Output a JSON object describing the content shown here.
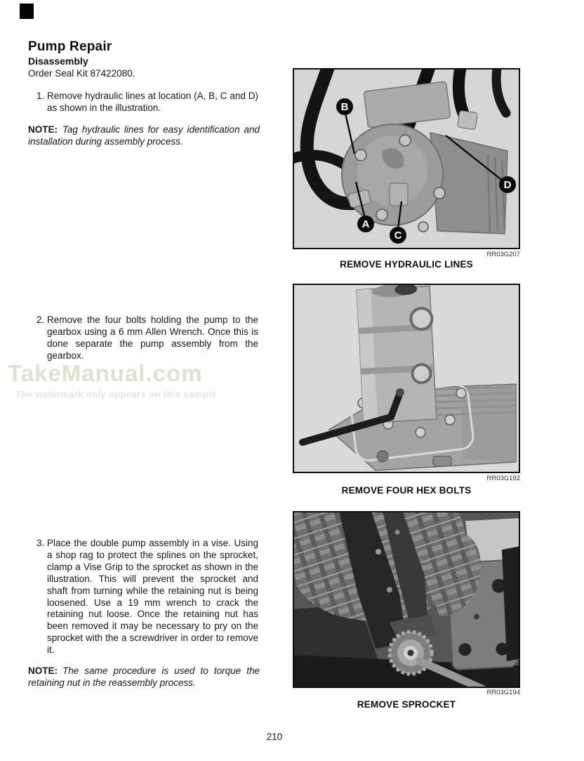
{
  "page": {
    "title": "Pump Repair",
    "subtitle": "Disassembly",
    "order_line": "Order Seal Kit 87422080.",
    "page_number": "210"
  },
  "steps": [
    {
      "number": "1.",
      "text": "Remove hydraulic lines at location (A, B, C and D) as shown in the illustration."
    },
    {
      "number": "2.",
      "text": "Remove the four bolts holding the pump to the gearbox using a 6 mm Allen Wrench. Once this is done separate the pump assembly from the gearbox."
    },
    {
      "number": "3.",
      "text": "Place the double pump assembly in a vise. Using a shop rag to protect the splines on the sprocket, clamp a Vise Grip to the sprocket as shown in the illustration. This will prevent the sprocket and shaft from turning while the retaining nut is being loosened. Use a 19 mm wrench to crack the retaining nut loose. Once the retaining nut has been removed it may be necessary to pry on the sprocket with the a screwdriver in order to remove it."
    }
  ],
  "notes": [
    {
      "label": "NOTE:",
      "text": "Tag hydraulic lines for easy identification and installation during assembly process."
    },
    {
      "label": "NOTE:",
      "text": "The same procedure is used to torque the retaining nut in the reassembly process."
    }
  ],
  "figures": [
    {
      "code": "RR03G207",
      "caption": "REMOVE HYDRAULIC LINES",
      "callouts": [
        {
          "label": "A"
        },
        {
          "label": "B"
        },
        {
          "label": "C"
        },
        {
          "label": "D"
        }
      ]
    },
    {
      "code": "RR03G192",
      "caption": "REMOVE FOUR HEX BOLTS",
      "callouts": []
    },
    {
      "code": "RR03G194",
      "caption": "REMOVE SPROCKET",
      "callouts": []
    }
  ],
  "watermark": {
    "text": "TakeManual.com",
    "subtext": "The watermark only appears on this sample"
  },
  "colors": {
    "watermark_main": "#dde2cf",
    "watermark_sub": "#e3e7d8",
    "body_text": "#161616",
    "photo_bg_light": "#d6d6d6",
    "photo_bg_dark": "#565656"
  }
}
